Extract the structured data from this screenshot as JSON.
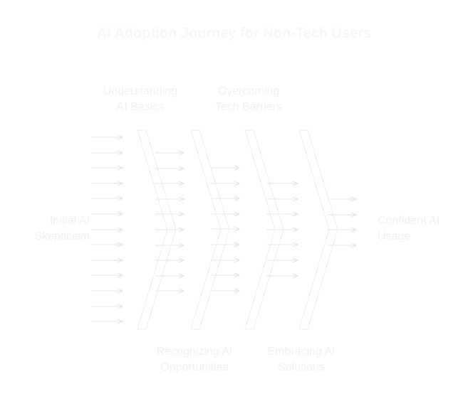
{
  "title": "AI Adoption Journey for Non-Tech Users",
  "stages": {
    "start": {
      "line1": "Initial AI",
      "line2": "Skepticism"
    },
    "understanding": {
      "line1": "Understanding",
      "line2": "AI Basics"
    },
    "recognizing": {
      "line1": "Recognizing AI",
      "line2": "Opportunities"
    },
    "overcoming": {
      "line1": "Overcoming",
      "line2": "Tech Barriers"
    },
    "embracing": {
      "line1": "Embracing AI",
      "line2": "Solutions"
    },
    "end": {
      "line1": "Confident AI",
      "line2": "Usage"
    }
  },
  "colors": {
    "title": "#f6f6f6",
    "label": "#f0f0f0",
    "stroke": "#ececec"
  },
  "icons": {
    "arrow": "right-arrow-icon",
    "funnel": "chevron-stage-icon"
  }
}
